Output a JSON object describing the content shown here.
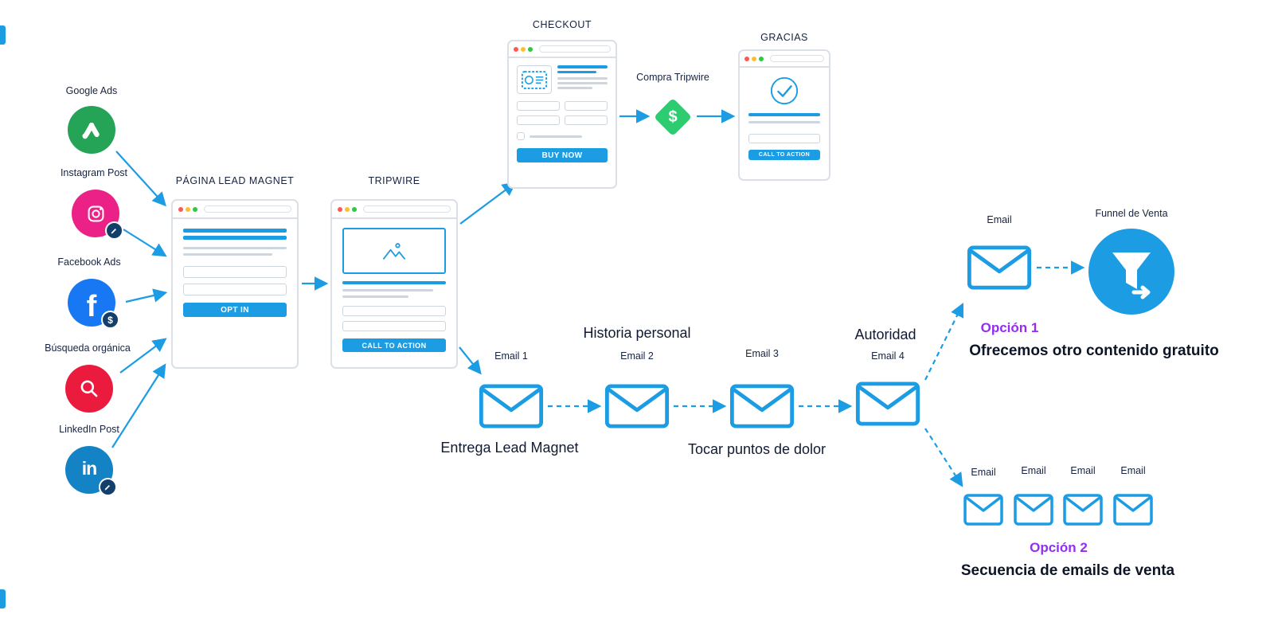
{
  "colors": {
    "blue": "#1C9CE3",
    "green": "#2ECC71",
    "purple": "#942DF0",
    "navy": "#12406B",
    "google_green": "#25A357",
    "instagram_pink": "#EB2188",
    "facebook_blue": "#1877F2",
    "search_red": "#EA1B3D",
    "linkedin_blue": "#1383C6"
  },
  "sources": [
    {
      "label": "Google Ads",
      "icon": "google-ads-icon"
    },
    {
      "label": "Instagram Post",
      "icon": "instagram-icon"
    },
    {
      "label": "Facebook Ads",
      "icon": "facebook-ads-icon"
    },
    {
      "label": "Búsqueda orgánica",
      "icon": "search-icon"
    },
    {
      "label": "LinkedIn Post",
      "icon": "linkedin-icon"
    }
  ],
  "icons": {
    "facebook_letter": "f",
    "linkedin_letter": "in",
    "dollar": "$"
  },
  "pages": {
    "lead_magnet": {
      "title": "PÁGINA LEAD MAGNET",
      "button": "OPT IN"
    },
    "tripwire": {
      "title": "TRIPWIRE",
      "button": "CALL TO ACTION"
    },
    "checkout": {
      "title": "CHECKOUT",
      "button": "BUY NOW"
    },
    "thanks": {
      "title": "GRACIAS",
      "button": "CALL TO ACTION"
    }
  },
  "purchase": {
    "label": "Compra Tripwire"
  },
  "sequence": {
    "email1": "Email 1",
    "email2": "Email 2",
    "email3": "Email 3",
    "email4": "Email 4",
    "historia": "Historia personal",
    "autoridad": "Autoridad",
    "entrega": "Entrega Lead Magnet",
    "dolor": "Tocar puntos de dolor"
  },
  "option1": {
    "email": "Email",
    "funnel": "Funnel de Venta",
    "name": "Opción 1",
    "description": "Ofrecemos otro contenido gratuito"
  },
  "option2": {
    "emails": [
      "Email",
      "Email",
      "Email",
      "Email"
    ],
    "name": "Opción 2",
    "description": "Secuencia de emails de venta"
  }
}
